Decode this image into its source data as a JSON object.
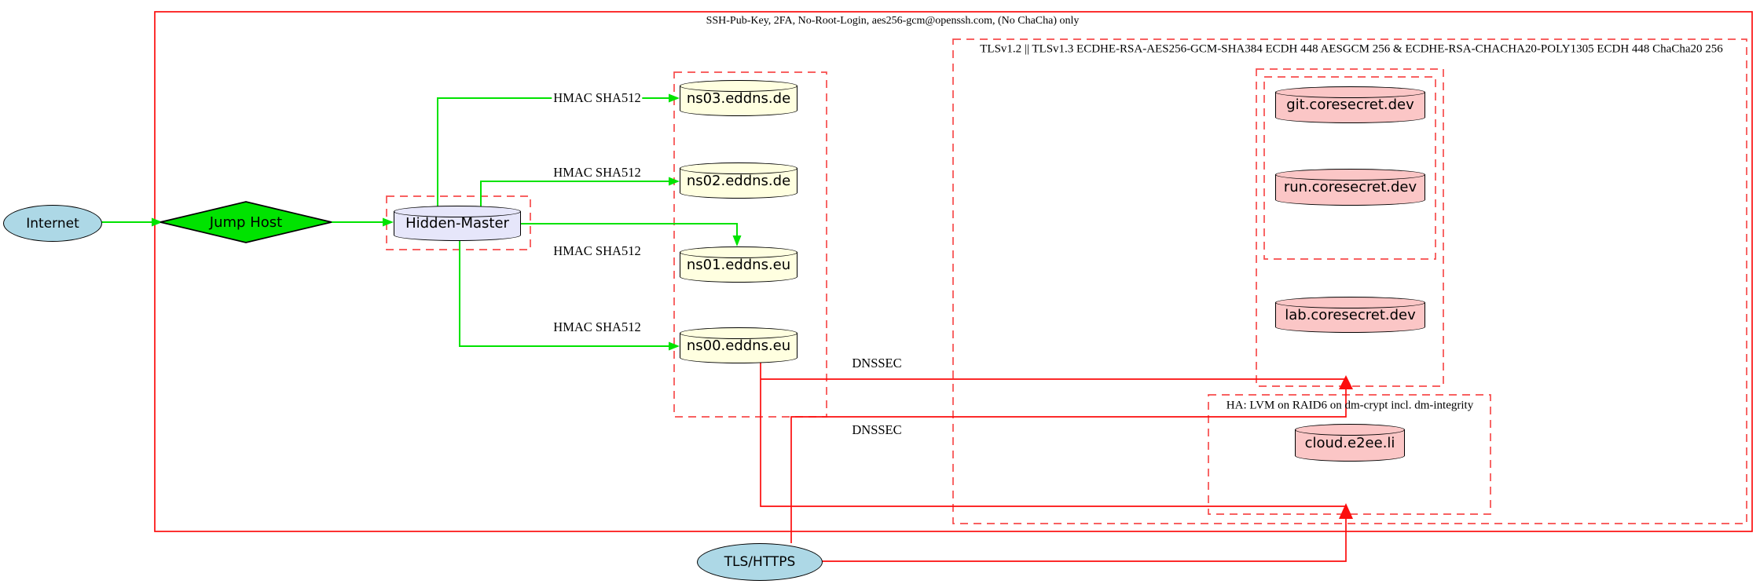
{
  "diagram": {
    "cluster_labels": {
      "ssh_outer": "SSH-Pub-Key, 2FA, No-Root-Login, aes256-gcm@openssh.com, (No ChaCha) only",
      "tls": "TLSv1.2 || TLSv1.3 ECDHE-RSA-AES256-GCM-SHA384 ECDH 448 AESGCM 256 & ECDHE-RSA-CHACHA20-POLY1305 ECDH 448 ChaCha20 256",
      "ha": "HA: LVM on RAID6 on dm-crypt incl. dm-integrity"
    },
    "nodes": {
      "internet": "Internet",
      "jump_host": "Jump Host",
      "hidden_master": "Hidden-Master",
      "ns03": "ns03.eddns.de",
      "ns02": "ns02.eddns.de",
      "ns01": "ns01.eddns.eu",
      "ns00": "ns00.eddns.eu",
      "git": "git.coresecret.dev",
      "run": "run.coresecret.dev",
      "lab": "lab.coresecret.dev",
      "cloud": "cloud.e2ee.li",
      "tls_https": "TLS/HTTPS"
    },
    "edge_labels": {
      "hmac_ns03": "HMAC SHA512",
      "hmac_ns02": "HMAC SHA512",
      "hmac_ns01": "HMAC SHA512",
      "hmac_ns00": "HMAC SHA512",
      "dnssec_1": "DNSSEC",
      "dnssec_2": "DNSSEC"
    },
    "colors": {
      "edge_green": "#00E300",
      "edge_red": "#FC0D0D",
      "cluster_dashed_red": "#F74B4B",
      "node_blue": "#ADD8E6",
      "node_green": "#00E300",
      "node_lavender": "#E6E6FA",
      "node_lightyellow": "#FFFFE0",
      "node_pink": "#FBC6C6"
    }
  }
}
